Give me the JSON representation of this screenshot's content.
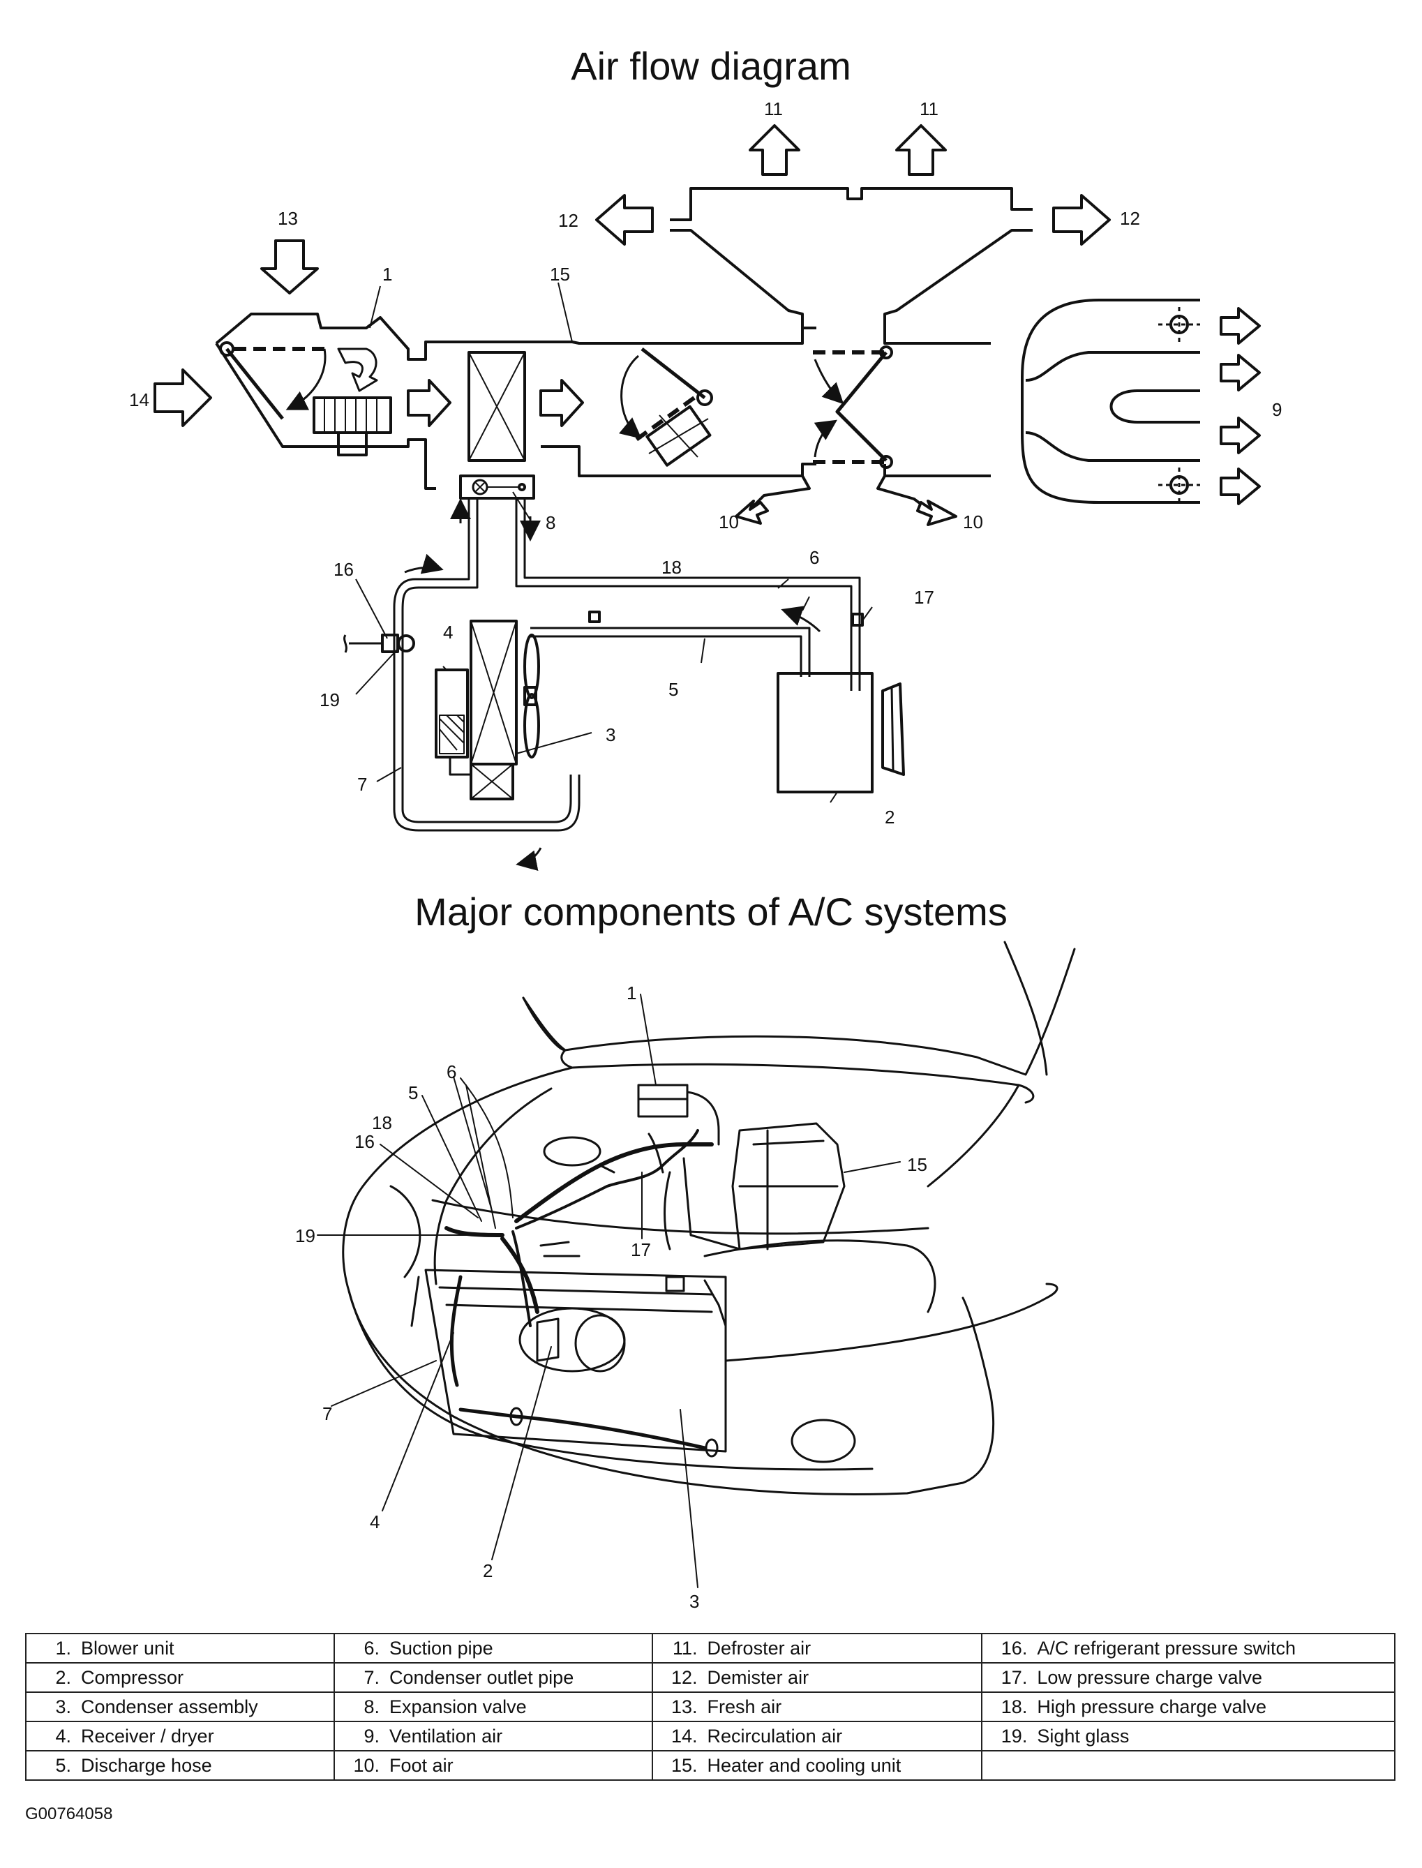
{
  "titles": {
    "airflow": "Air flow diagram",
    "components": "Major components of A/C systems"
  },
  "legend": {
    "rows": [
      [
        {
          "num": "1.",
          "label": "Blower unit"
        },
        {
          "num": "6.",
          "label": "Suction pipe"
        },
        {
          "num": "11.",
          "label": "Defroster air"
        },
        {
          "num": "16.",
          "label": "A/C refrigerant pressure switch"
        }
      ],
      [
        {
          "num": "2.",
          "label": "Compressor"
        },
        {
          "num": "7.",
          "label": "Condenser outlet pipe"
        },
        {
          "num": "12.",
          "label": "Demister air"
        },
        {
          "num": "17.",
          "label": "Low pressure charge valve"
        }
      ],
      [
        {
          "num": "3.",
          "label": "Condenser assembly"
        },
        {
          "num": "8.",
          "label": "Expansion valve"
        },
        {
          "num": "13.",
          "label": "Fresh air"
        },
        {
          "num": "18.",
          "label": "High pressure charge valve"
        }
      ],
      [
        {
          "num": "4.",
          "label": "Receiver / dryer"
        },
        {
          "num": "9.",
          "label": "Ventilation air"
        },
        {
          "num": "14.",
          "label": "Recirculation air"
        },
        {
          "num": "19.",
          "label": "Sight glass"
        }
      ],
      [
        {
          "num": "5.",
          "label": "Discharge hose"
        },
        {
          "num": "10.",
          "label": "Foot air"
        },
        {
          "num": "15.",
          "label": "Heater and cooling unit"
        },
        {
          "num": "",
          "label": ""
        }
      ]
    ]
  },
  "figure_code": "G00764058",
  "airflow_callouts": {
    "c1": "1",
    "c2": "2",
    "c3": "3",
    "c4": "4",
    "c5": "5",
    "c6": "6",
    "c7": "7",
    "c8": "8",
    "c9": "9",
    "c10a": "10",
    "c10b": "10",
    "c11a": "11",
    "c11b": "11",
    "c12a": "12",
    "c12b": "12",
    "c13": "13",
    "c14": "14",
    "c15": "15",
    "c16": "16",
    "c17": "17",
    "c18": "18",
    "c19": "19"
  },
  "component_callouts": {
    "c1": "1",
    "c2": "2",
    "c3": "3",
    "c4": "4",
    "c5": "5",
    "c6": "6",
    "c7": "7",
    "c15": "15",
    "c16": "16",
    "c17": "17",
    "c18": "18",
    "c19": "19"
  }
}
